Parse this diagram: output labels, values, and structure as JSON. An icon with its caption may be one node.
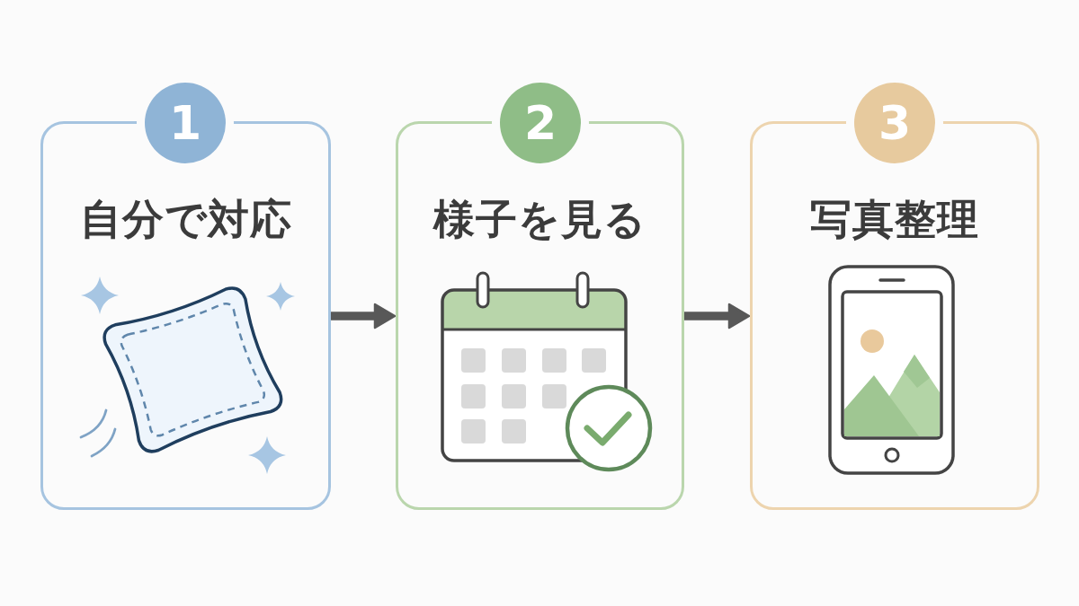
{
  "diagram": {
    "nodes": [
      {
        "text": [
          "1"
        ]
      },
      {
        "text": [
          "自分で対応"
        ]
      },
      {
        "text": [
          "2"
        ]
      },
      {
        "text": [
          "様子を見る"
        ]
      },
      {
        "text": [
          "3"
        ]
      },
      {
        "text": [
          "写真整理"
        ]
      }
    ],
    "edges": [
      {
        "from": 1,
        "to": 3,
        "arrow": "to"
      },
      {
        "from": 3,
        "to": 5,
        "arrow": "to"
      }
    ]
  }
}
